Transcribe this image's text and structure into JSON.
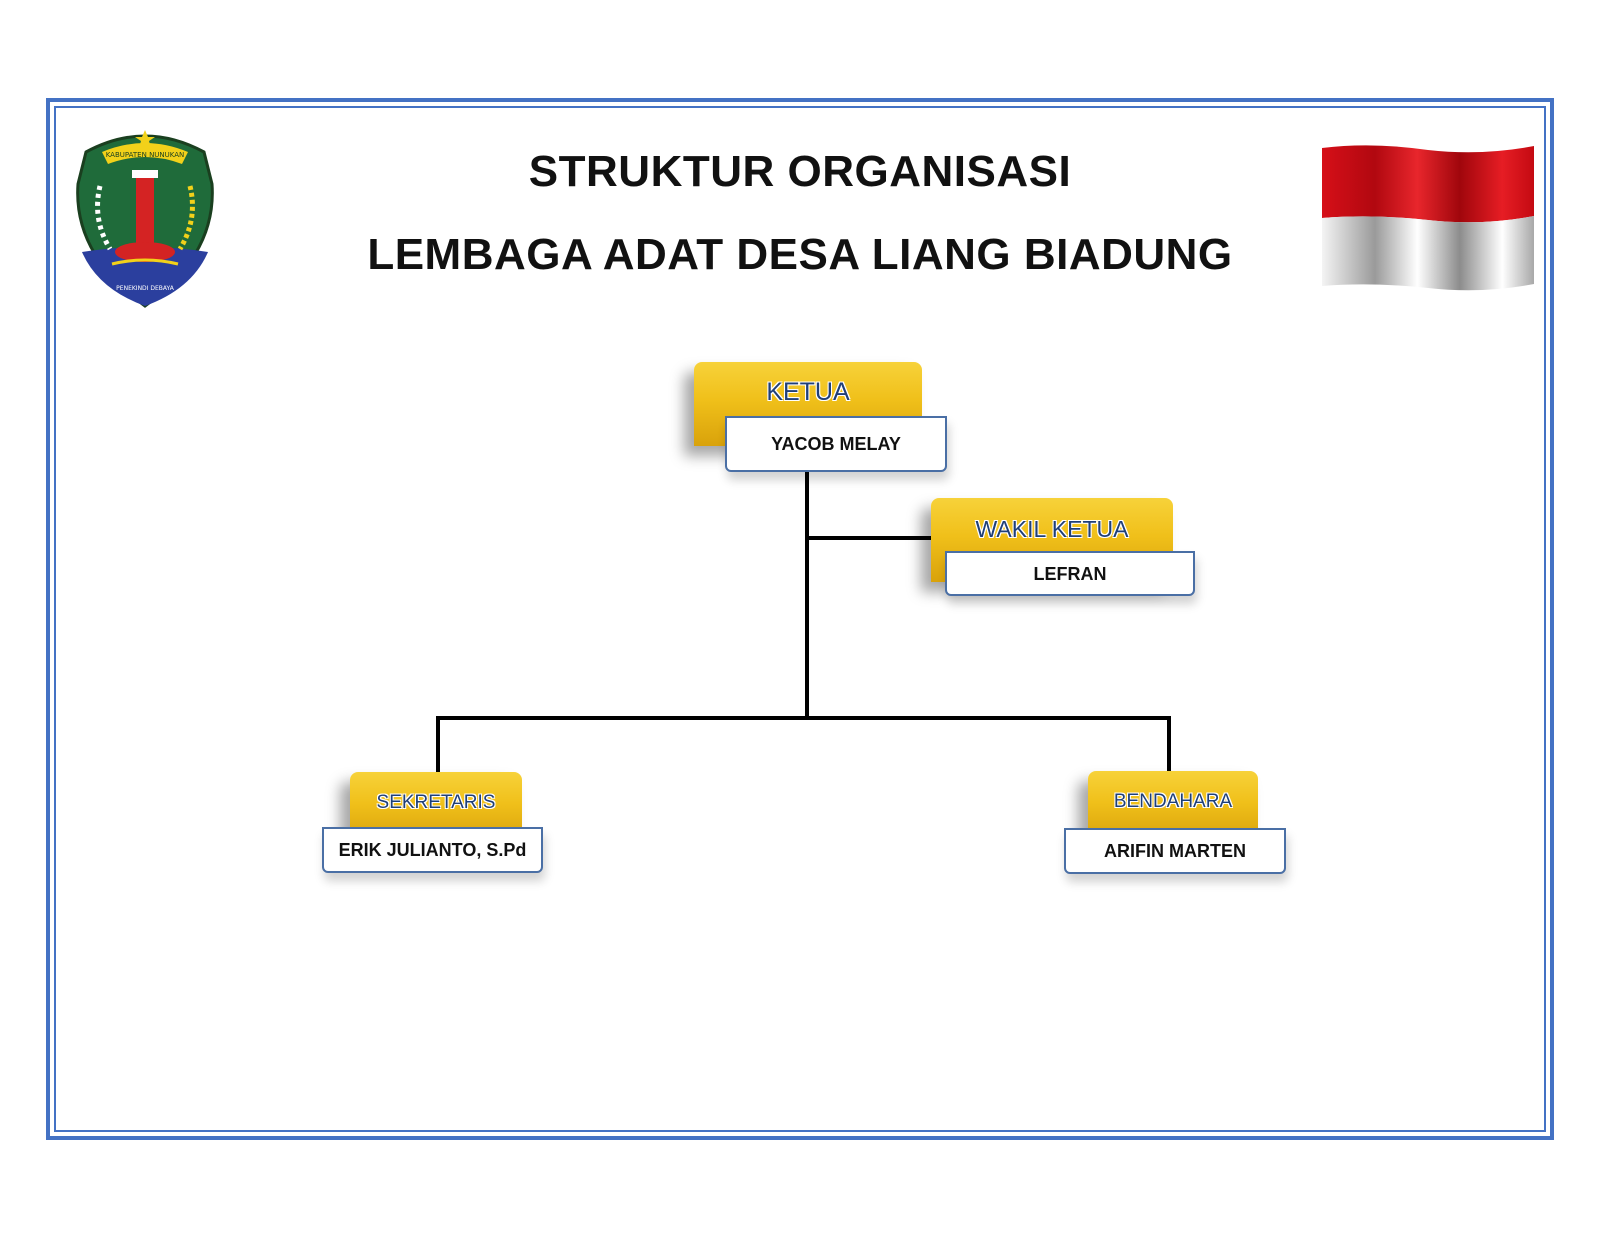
{
  "title": {
    "line1": "STRUKTUR ORGANISASI",
    "line2": "LEMBAGA ADAT DESA LIANG BIADUNG"
  },
  "emblem": {
    "icon": "kabupaten-nunukan-emblem-icon",
    "top_text": "KABUPATEN NUNUKAN",
    "bottom_text": "PENEKINDI DEBAYA"
  },
  "flag": {
    "icon": "indonesian-flag-icon",
    "colors": [
      "#e0121b",
      "#ffffff"
    ]
  },
  "colors": {
    "frame": "#4472c4",
    "role_box": "#f0c01a",
    "role_text": "#1f3f78",
    "connector": "#000000"
  },
  "org": {
    "ketua": {
      "role": "KETUA",
      "name": "YACOB MELAY"
    },
    "wakil_ketua": {
      "role": "WAKIL KETUA",
      "name": "LEFRAN"
    },
    "sekretaris": {
      "role": "SEKRETARIS",
      "name": "ERIK JULIANTO, S.Pd"
    },
    "bendahara": {
      "role": "BENDAHARA",
      "name": "ARIFIN MARTEN"
    }
  }
}
